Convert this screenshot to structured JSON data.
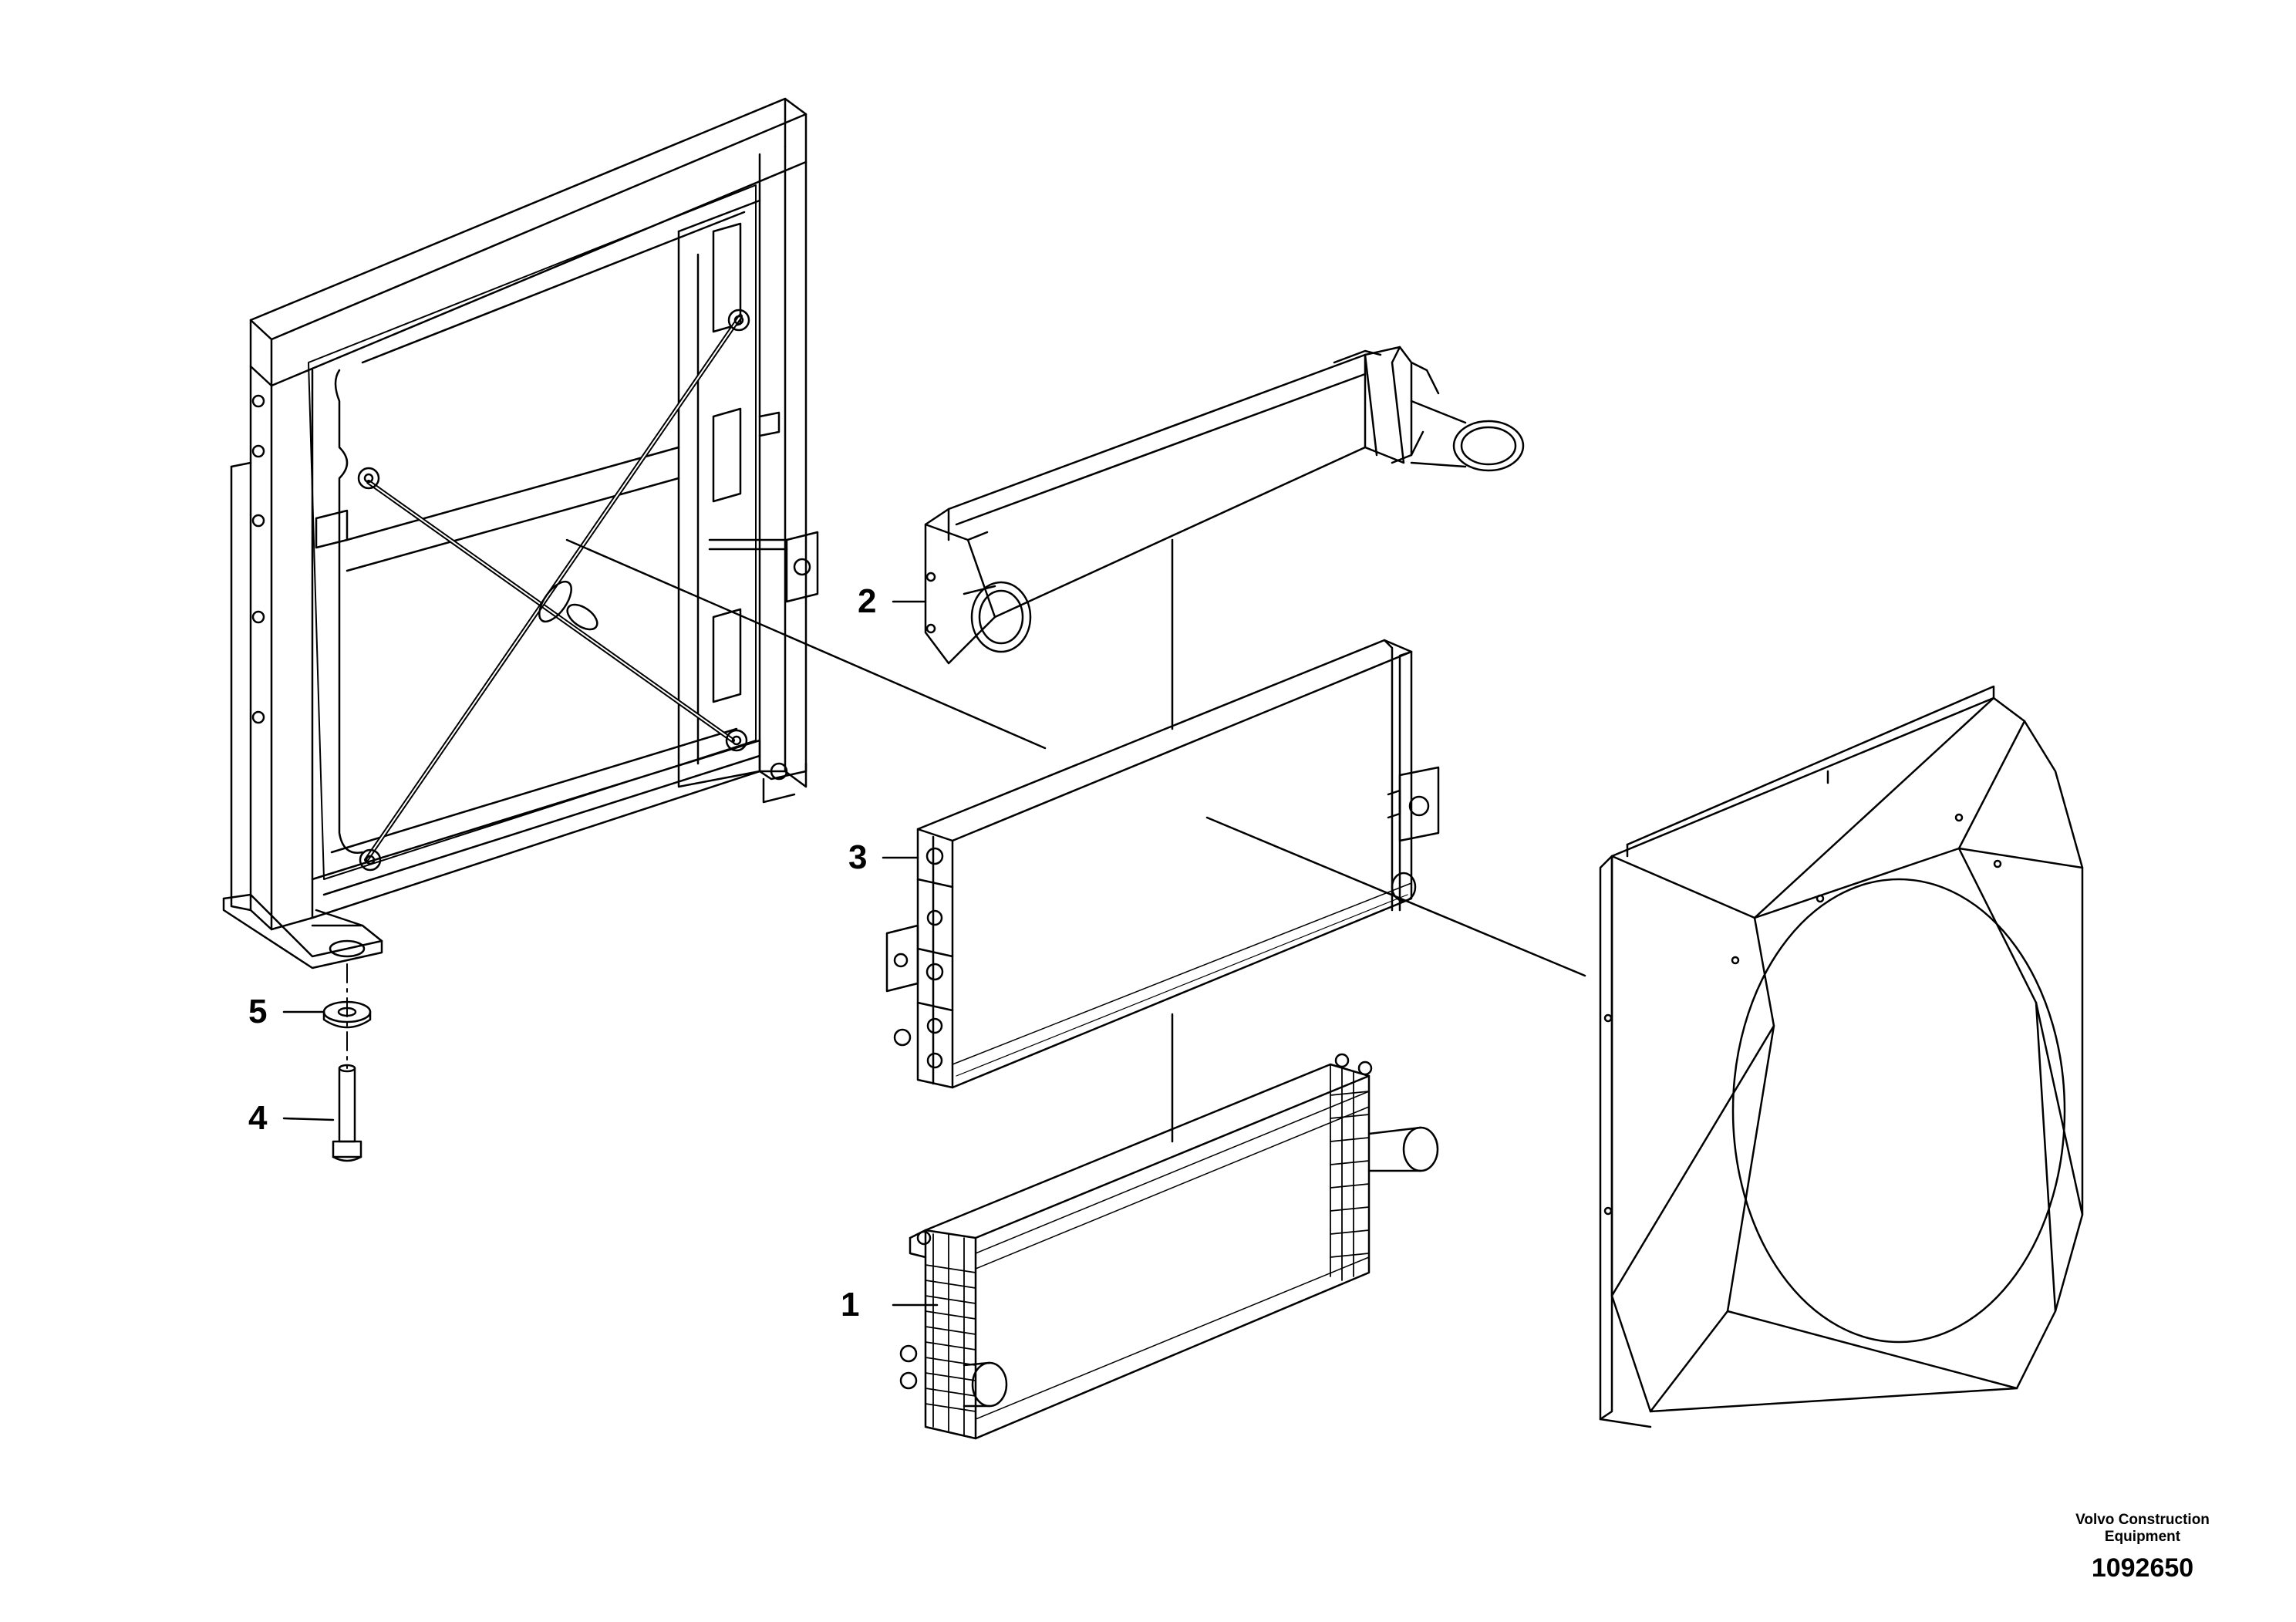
{
  "callouts": [
    {
      "id": "1",
      "text": "1"
    },
    {
      "id": "2",
      "text": "2"
    },
    {
      "id": "3",
      "text": "3"
    },
    {
      "id": "4",
      "text": "4"
    },
    {
      "id": "5",
      "text": "5"
    }
  ],
  "footer": {
    "brand_line1": "Volvo Construction",
    "brand_line2": "Equipment",
    "drawing_number": "1092650"
  },
  "colors": {
    "stroke": "#000000",
    "background": "#ffffff"
  }
}
